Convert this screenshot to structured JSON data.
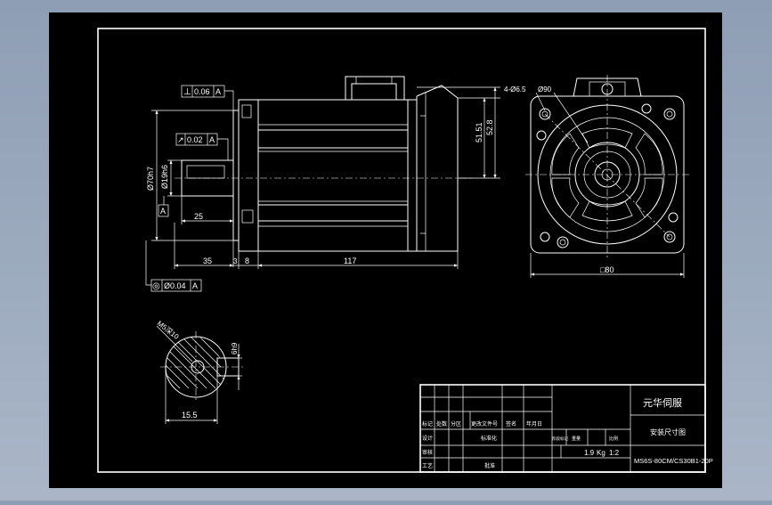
{
  "side_view": {
    "perpendicularity_symbol": "⊥",
    "perpendicularity_tol": "0.06",
    "perpendicularity_datum": "A",
    "runout_symbol": "↗",
    "runout_tol": "0.02",
    "runout_datum": "A",
    "concentricity_symbol": "◎",
    "concentricity_tol": "Ø0.04",
    "concentricity_datum": "A",
    "datum_label": "A",
    "dim_flange_dia": "Ø70h7",
    "dim_shaft_dia": "Ø19h6",
    "dim_shaft_len": "25",
    "dim_35": "35",
    "dim_3": "3",
    "dim_8": "8",
    "dim_body_len": "117",
    "dim_51_51": "51.51",
    "dim_52_8": "52.8"
  },
  "front_view": {
    "hole_label": "4-Ø6.5",
    "pcd_label": "Ø90",
    "width_label": "□80"
  },
  "section_view": {
    "thread_label": "M5深10",
    "key_label": "6h9",
    "width_label": "15.5"
  },
  "title_block": {
    "company": "元华伺服",
    "drawing_title": "安装尺寸图",
    "model": "MS6S-80CM/CS30B1-20P",
    "weight": "1.9",
    "weight_unit": "Kg",
    "scale_hint": "1:2",
    "row1": [
      "标记",
      "处数",
      "分区",
      "更改文件号",
      "签名",
      "年月日"
    ],
    "row2": [
      "设计",
      "",
      "",
      "标准化",
      "",
      ""
    ],
    "row3": [
      "审核",
      "",
      "",
      "",
      "",
      ""
    ],
    "row4": [
      "工艺",
      "",
      "",
      "批准",
      "",
      ""
    ],
    "stage_labels": [
      "阶段标记",
      "重量",
      "比例"
    ]
  }
}
